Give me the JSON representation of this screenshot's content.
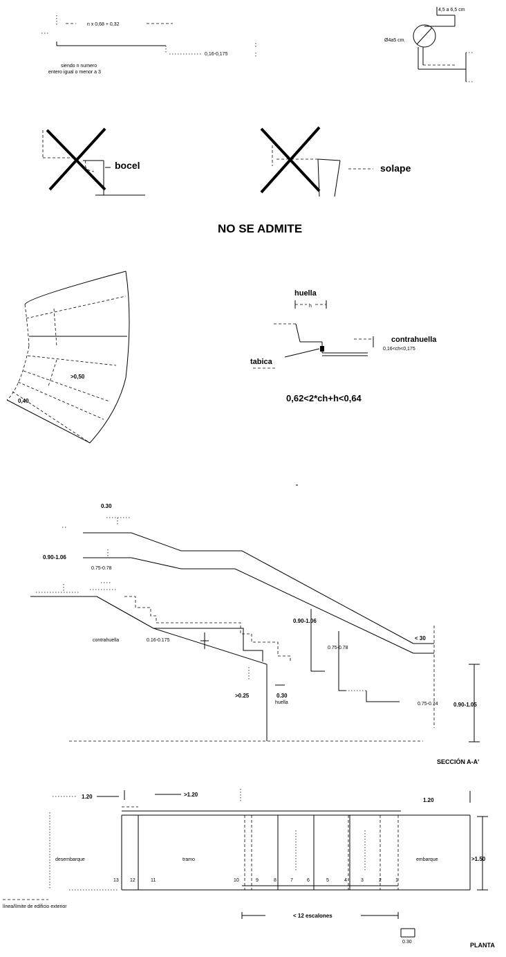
{
  "top": {
    "formula_n": "n x 0,68 + 0,32",
    "riser_range": "0,16-0,175",
    "note_line1": "siendo n numero",
    "note_line2": "entero igual o menor a 3",
    "handrail_depth": "4,5 a 6,5 cm",
    "handrail_diam": "Ø4a5 cm."
  },
  "not_allowed": {
    "bocel": "bocel",
    "solape": "solape",
    "title": "NO SE ADMITE"
  },
  "curved": {
    "min_inner": ">0,50",
    "min_edge": "0,40"
  },
  "step_detail": {
    "huella": "huella",
    "h": "h",
    "contrahuella": "contrahuella",
    "ch_range": "0,16<ch<0,175",
    "tabica": "tabica",
    "formula": "0,62<2*ch+h<0,64"
  },
  "section": {
    "d030_top": "0.30",
    "d090_106_left": "0.90-1.06",
    "d075_078_left": "0.75-0.78",
    "contrahuella_label": "contrahuella",
    "riser_range": "0.16-0.175",
    "d090_106_mid": "0.90-1.06",
    "d075_078_mid": "0.75-0.78",
    "min_030": ">0.25",
    "d030_huella": "0.30",
    "huella": "huella",
    "d030_right": "< 30",
    "d090_106_right": "0.90-1.05",
    "d075_078_right": "0.75-0.74",
    "title": "SECCIÓN A-A'"
  },
  "plan": {
    "d120_left": "1.20",
    "min_120": ">1.20",
    "d120_right": "1.20",
    "desembarque": "desembarque",
    "tramo": "tramo",
    "embarque": "embarque",
    "width_min": ">1.50",
    "steps": [
      "13",
      "12",
      "11",
      "10",
      "9",
      "8",
      "7",
      "6",
      "5",
      "4",
      "3",
      "2",
      "1"
    ],
    "border_label": "línea/límite de edificio exterior",
    "max_steps": "< 12 escalones",
    "d030": "0.30",
    "title": "PLANTA"
  }
}
